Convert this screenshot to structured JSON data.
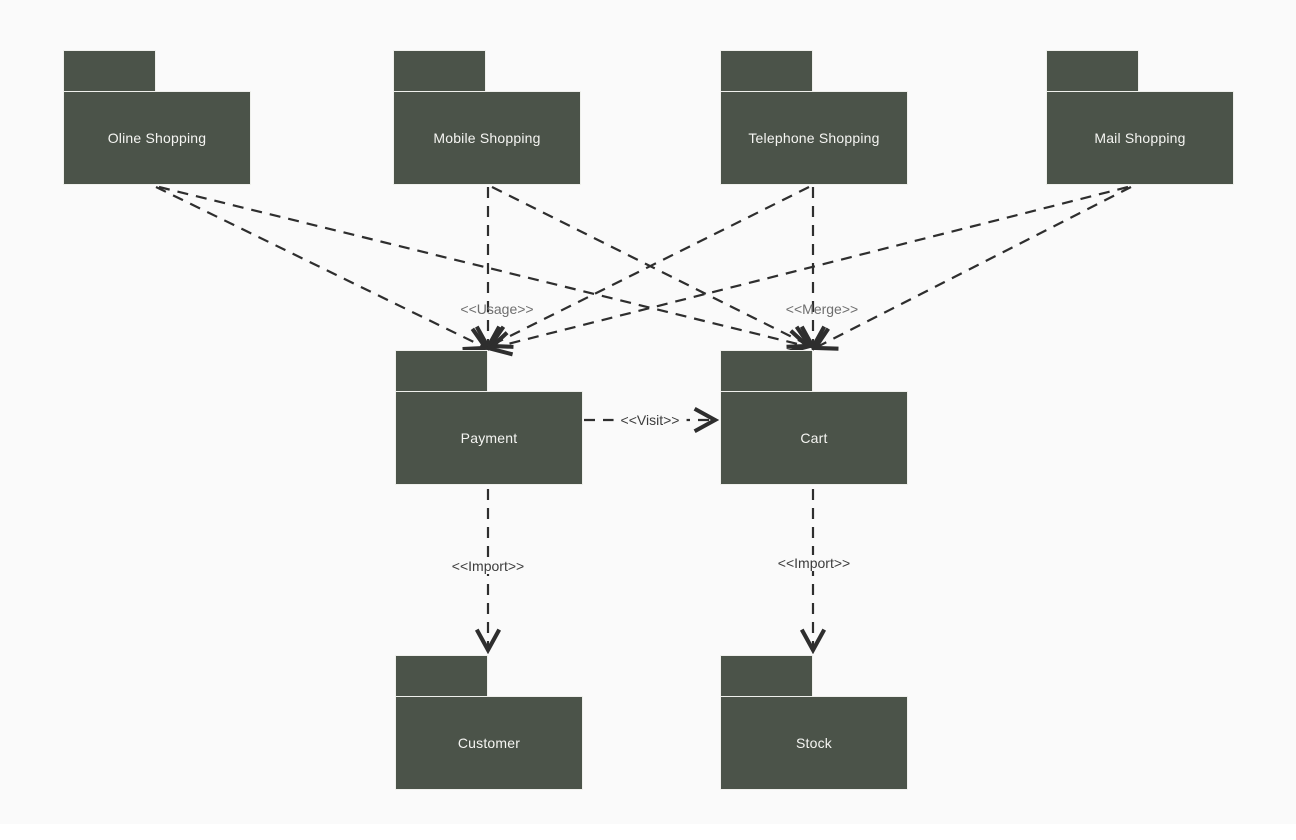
{
  "canvas": {
    "background_color": "#fafafa",
    "package_fill_color": "#4b5349",
    "package_border_color": "#f8f9f5",
    "package_text_color": "#f5f5f2",
    "connector_color": "#2e2e2e",
    "stereotype_muted_color": "#6e6e6e",
    "stereotype_dark_color": "#3c3c3c"
  },
  "packages": [
    {
      "label": "Oline Shopping"
    },
    {
      "label": "Mobile Shopping"
    },
    {
      "label": "Telephone Shopping"
    },
    {
      "label": "Mail Shopping"
    },
    {
      "label": "Payment"
    },
    {
      "label": "Cart"
    },
    {
      "label": "Customer"
    },
    {
      "label": "Stock"
    }
  ],
  "stereotype_labels": {
    "usage": "<<Usage>>",
    "merge": "<<Merge>>",
    "visit": "<<Visit>>",
    "import_left": "<<Import>>",
    "import_right": "<<Import>>"
  },
  "edges": [
    {
      "from": "Oline Shopping",
      "to": "Payment",
      "style": "dashed-open-arrow"
    },
    {
      "from": "Oline Shopping",
      "to": "Cart",
      "style": "dashed-open-arrow"
    },
    {
      "from": "Mobile Shopping",
      "to": "Payment",
      "style": "dashed-open-arrow"
    },
    {
      "from": "Mobile Shopping",
      "to": "Cart",
      "style": "dashed-open-arrow"
    },
    {
      "from": "Telephone Shopping",
      "to": "Payment",
      "style": "dashed-open-arrow"
    },
    {
      "from": "Telephone Shopping",
      "to": "Cart",
      "style": "dashed-open-arrow"
    },
    {
      "from": "Mail Shopping",
      "to": "Payment",
      "style": "dashed-open-arrow"
    },
    {
      "from": "Mail Shopping",
      "to": "Cart",
      "style": "dashed-open-arrow"
    },
    {
      "from": "Payment",
      "to": "Cart",
      "label": "<<Visit>>",
      "style": "dashed-open-arrow"
    },
    {
      "from": "Payment",
      "to": "Customer",
      "label": "<<Import>>",
      "style": "dashed-open-arrow"
    },
    {
      "from": "Cart",
      "to": "Stock",
      "label": "<<Import>>",
      "style": "dashed-open-arrow"
    }
  ]
}
